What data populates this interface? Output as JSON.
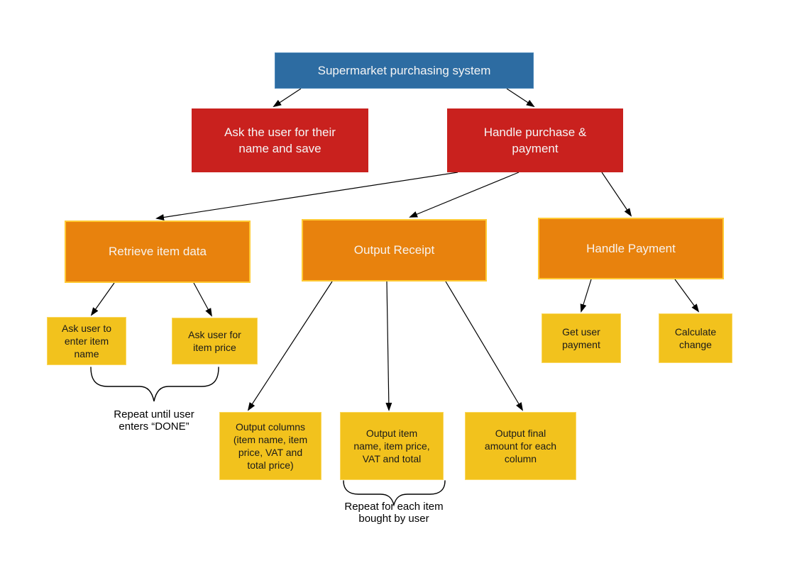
{
  "diagram": {
    "title": "Supermarket purchasing system",
    "colors": {
      "level1_blue": "#2d6ca2",
      "level2_red": "#c9211e",
      "level3_orange": "#e8820d",
      "level3_orange_border": "#ffc933",
      "leaf_yellow": "#f2c21d",
      "connector_black": "#000000",
      "text_light": "#f5f5f5",
      "text_dark": "#1a1a1a"
    },
    "nodes": {
      "root": {
        "label": "Supermarket purchasing system"
      },
      "ask_name": {
        "label": "Ask the user for their\nname and save"
      },
      "handle_purchase": {
        "label": "Handle purchase &\npayment"
      },
      "retrieve_item": {
        "label": "Retrieve item data"
      },
      "output_receipt": {
        "label": "Output Receipt"
      },
      "handle_payment": {
        "label": "Handle Payment"
      },
      "ask_item_name": {
        "label": "Ask user to\nenter item\nname"
      },
      "ask_item_price": {
        "label": "Ask user for\nitem price"
      },
      "output_columns": {
        "label": "Output columns\n(item name, item\nprice, VAT and\ntotal price)"
      },
      "output_item_line": {
        "label": "Output item\nname, item price,\nVAT and total"
      },
      "output_final": {
        "label": "Output final\namount for each\ncolumn"
      },
      "get_payment": {
        "label": "Get user\npayment"
      },
      "calc_change": {
        "label": "Calculate\nchange"
      }
    },
    "annotations": {
      "repeat_done": {
        "label": "Repeat until user\nenters “DONE”"
      },
      "repeat_items": {
        "label": "Repeat for each item\nbought by user"
      }
    }
  }
}
